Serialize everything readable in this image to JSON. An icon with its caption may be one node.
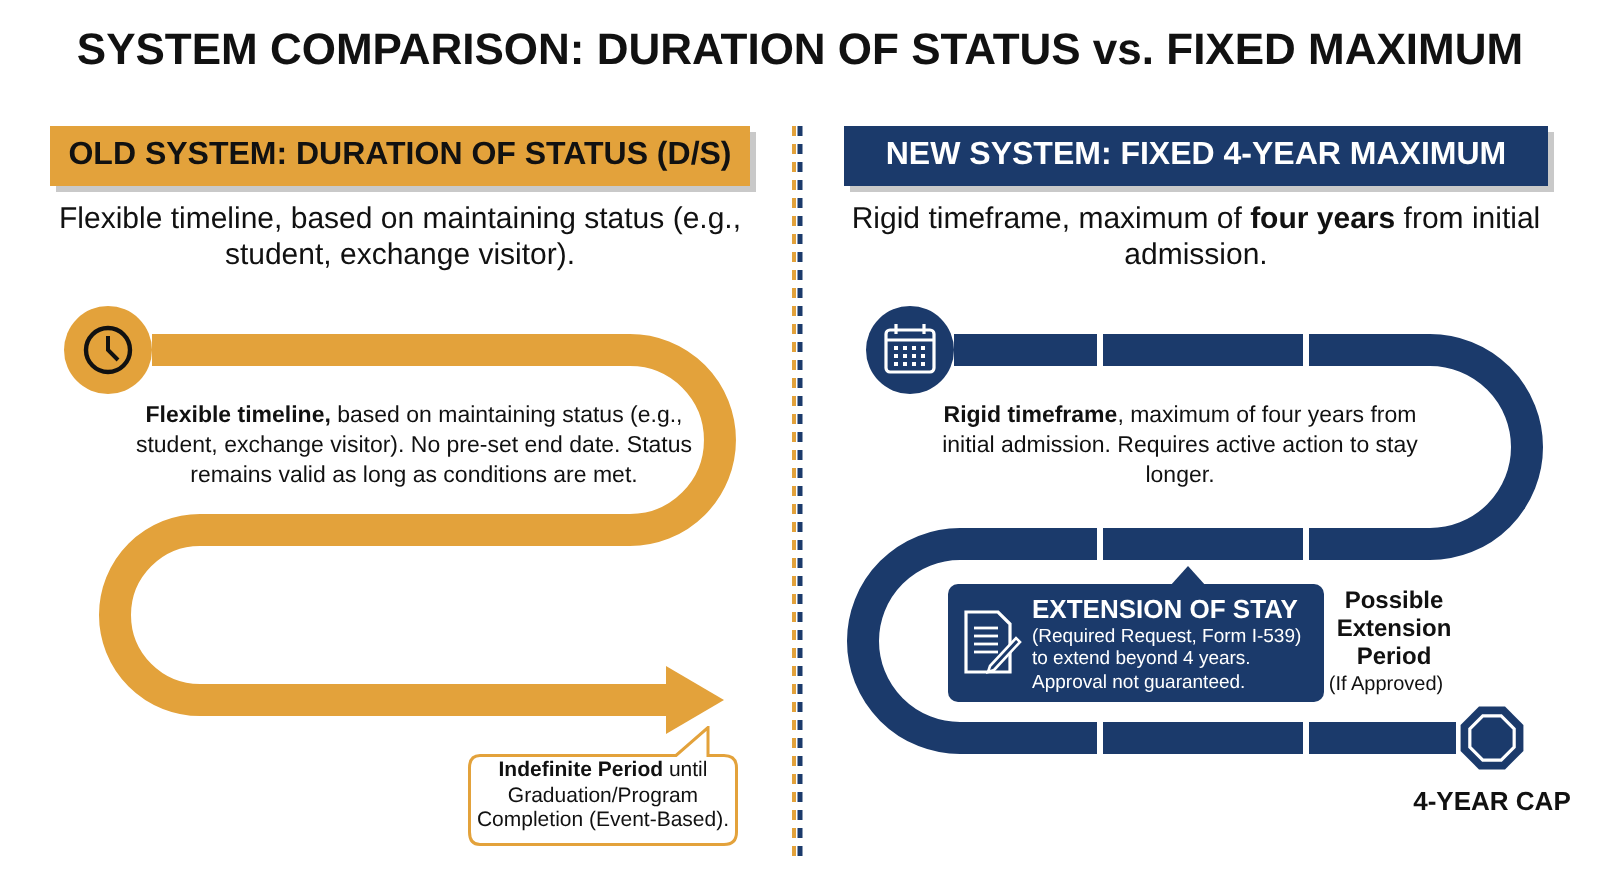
{
  "diagram": {
    "title": "SYSTEM COMPARISON: DURATION OF STATUS vs. FIXED MAXIMUM",
    "nodes": [
      {
        "text": [
          "OLD SYSTEM: DURATION OF STATUS (D/S)"
        ],
        "beside": [
          "Flexible timeline, based on maintaining status (e.g., student, exchange visitor)."
        ]
      },
      {
        "text": [],
        "shape": "circle"
      },
      {
        "text": [
          "**Indefinite Period** until Graduation/Program Completion (Event-Based)."
        ]
      },
      {
        "text": [
          "NEW SYSTEM: FIXED 4-YEAR MAXIMUM"
        ],
        "beside": [
          "Rigid timeframe, maximum of **four years** from initial admission."
        ]
      },
      {
        "text": [],
        "shape": "circle"
      },
      {
        "text": [
          "EXTENSION OF STAY",
          "(Required Request, Form I-539) to extend beyond 4 years. Approval not guaranteed."
        ]
      },
      {
        "text": [],
        "shape": "octagon",
        "beside": [
          "4-YEAR CAP"
        ]
      }
    ],
    "edges": [
      {
        "from": 1,
        "to": 2,
        "arrow": "to",
        "color": "#e3a23b"
      },
      {
        "from": 4,
        "to": 6,
        "arrow": "none",
        "color": "#1b3a6b"
      }
    ],
    "labels": [
      "**Flexible timeline,** based on maintaining status (e.g., student, exchange visitor). No pre-set end date. Status remains valid as long as conditions are met.",
      "**Rigid timeframe**, maximum of four years from initial admission. Requires active action to stay longer.",
      "Possible Extension Period",
      "(If Approved)"
    ]
  }
}
